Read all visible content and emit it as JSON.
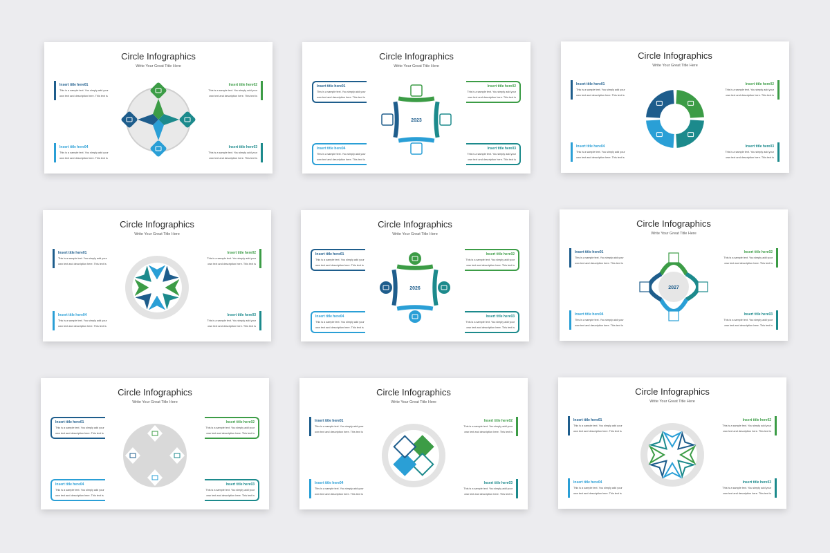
{
  "slides": [
    {
      "title": "Circle Infographics",
      "subtitle": "Write Your Great Title Here",
      "year": ""
    },
    {
      "title": "Circle Infographics",
      "subtitle": "Write Your Great Title Here",
      "year": "2023"
    },
    {
      "title": "Circle Infographics",
      "subtitle": "Write Your Great Title Here",
      "year": ""
    },
    {
      "title": "Circle Infographics",
      "subtitle": "Write Your Great Title Here",
      "year": ""
    },
    {
      "title": "Circle Infographics",
      "subtitle": "Write Your Great Title Here",
      "year": "2026"
    },
    {
      "title": "Circle Infographics",
      "subtitle": "Write Your Great Title Here",
      "year": "2027"
    },
    {
      "title": "Circle Infographics",
      "subtitle": "Write Your Great Title Here",
      "year": ""
    },
    {
      "title": "Circle Infographics",
      "subtitle": "Write Your Great Title Here",
      "year": ""
    },
    {
      "title": "Circle Infographics",
      "subtitle": "Write Your Great Title Here",
      "year": ""
    }
  ],
  "items": {
    "t1": "Insert title here01",
    "t2": "Insert title here02",
    "t3": "Insert title here03",
    "t4": "Insert title here04",
    "body1": "This is a sample text. You simply add your",
    "body2": "own text and description here. This text is"
  },
  "colors": {
    "navy": "#1e5d8c",
    "green": "#3c9c46",
    "teal": "#1c8a8c",
    "sky": "#2a9fd6",
    "grey": "#d8d8d8"
  }
}
